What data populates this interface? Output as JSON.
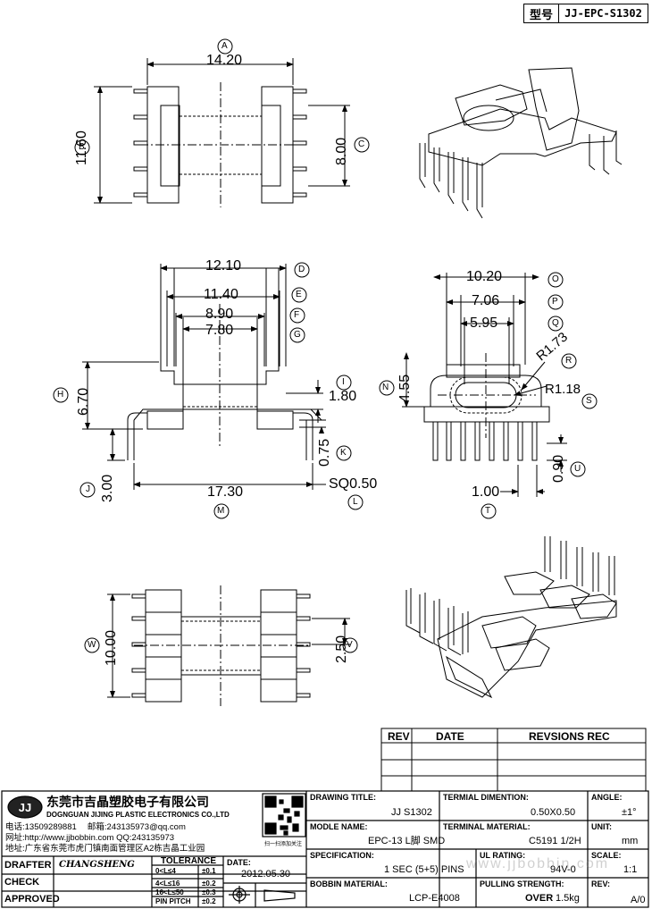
{
  "header": {
    "model_key": "型号",
    "model_value": "JJ-EPC-S1302"
  },
  "dims": {
    "A": "14.20",
    "B": "11.60",
    "C": "8.00",
    "D": "12.10",
    "E": "11.40",
    "F": "8.90",
    "G": "7.80",
    "H": "6.70",
    "I": "1.80",
    "J": "3.00",
    "K": "0.75",
    "L": "SQ0.50",
    "M": "17.30",
    "N": "4.55",
    "O": "10.20",
    "P": "7.06",
    "Q": "5.95",
    "R": "R1.73",
    "S": "R1.18",
    "T": "1.00",
    "U": "0.90",
    "V": "2.50",
    "W": "10.00"
  },
  "letters": {
    "A": "A",
    "B": "B",
    "C": "C",
    "D": "D",
    "E": "E",
    "F": "F",
    "G": "G",
    "H": "H",
    "I": "I",
    "J": "J",
    "K": "K",
    "L": "L",
    "M": "M",
    "N": "N",
    "O": "O",
    "P": "P",
    "Q": "Q",
    "R": "R",
    "S": "S",
    "T": "T",
    "U": "U",
    "V": "V",
    "W": "W"
  },
  "rev_table": {
    "rev": "REV",
    "date": "DATE",
    "revisions": "REVSIONS REC"
  },
  "company": {
    "logo": "JJ",
    "name_cn": "东莞市吉晶塑胶电子有限公司",
    "name_en": "DOGNGUAN JIJING PLASTIC ELECTRONICS CO.,LTD",
    "phone": "电话:13509289881　 邮箱:243135973@qq.com",
    "web": "网址:http://www.jjbobbin.com QQ:243135973",
    "address": "地址:广东省东莞市虎门镇南面管理区A2栋吉晶工业园",
    "qr_caption": "扫一扫添加关注"
  },
  "sign": {
    "drafter": "DRAFTER",
    "drafter_name": "CHANGSHENG",
    "check": "CHECK",
    "approved": "APPROVED"
  },
  "tolerance": {
    "title": "TOLERANCE",
    "rows": [
      [
        "0<L≤4",
        "±0.1"
      ],
      [
        "4<L≤16",
        "±0.2"
      ],
      [
        "16<L≤50",
        "±0.3"
      ],
      [
        "PIN PITCH",
        "±0.2"
      ]
    ]
  },
  "date": {
    "label": "DATE:",
    "value": "2012.05.30"
  },
  "info": {
    "drawing_title_lbl": "DRAWING TITLE:",
    "drawing_title": "JJ  S1302",
    "terminal_dim_lbl": "TERMIAL DIMENTION:",
    "terminal_dim": "0.50X0.50",
    "angle_lbl": "ANGLE:",
    "angle": "±1°",
    "module_lbl": "MODLE NAME:",
    "module": "EPC-13 L脚 SMD",
    "terminal_mat_lbl": "TERMINAL MATERIAL:",
    "terminal_mat": "C5191 1/2H",
    "unit_lbl": "UNIT:",
    "unit": "mm",
    "spec_lbl": "SPECIFICATION:",
    "spec": "1 SEC (5+5) PINS",
    "ul_lbl": "UL RATING:",
    "ul": "94V-0",
    "scale_lbl": "SCALE:",
    "scale": "1:1",
    "bobbin_lbl": "BOBBIN  MATERIAL:",
    "bobbin": "LCP-E4008",
    "pull_lbl": "PULLING STRENGTH:",
    "pull_over": "OVER",
    "pull": "1.5kg",
    "rev_lbl": "REV:",
    "rev": "A/0"
  },
  "watermark": "www.jjbobbin.com"
}
